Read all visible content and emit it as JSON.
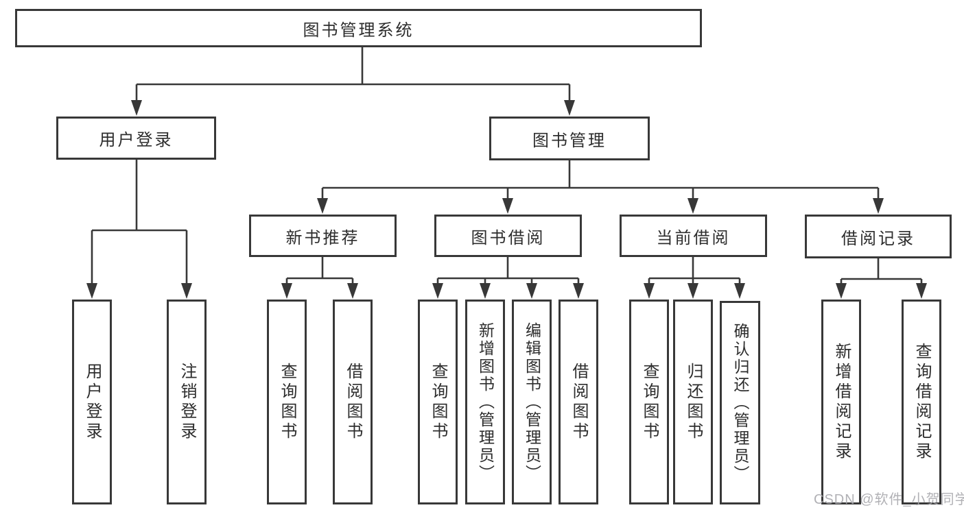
{
  "diagram": {
    "root": {
      "label": "图书管理系统"
    },
    "level2": {
      "user_login": {
        "label": "用户登录"
      },
      "book_mgmt": {
        "label": "图书管理"
      }
    },
    "level3": {
      "new_books": {
        "label": "新书推荐"
      },
      "book_borrow": {
        "label": "图书借阅"
      },
      "current_borrow": {
        "label": "当前借阅"
      },
      "borrow_records": {
        "label": "借阅记录"
      }
    },
    "leaves": {
      "user_login": [
        "用户登录",
        "注销登录"
      ],
      "new_books": [
        "查询图书",
        "借阅图书"
      ],
      "book_borrow": [
        "查询图书",
        "新增图书（管理员）",
        "编辑图书（管理员）",
        "借阅图书"
      ],
      "current_borrow": [
        "查询图书",
        "归还图书",
        "确认归还（管理员）"
      ],
      "borrow_records": [
        "新增借阅记录",
        "查询借阅记录"
      ]
    }
  },
  "watermark": {
    "text": "CSDN @软件_小贺同学"
  },
  "colors": {
    "line": "#383838",
    "box_border": "#383838",
    "box_fill": "#ffffff",
    "text": "#2d2d2d",
    "watermark": "#a9a9ae",
    "background": "#ffffff"
  }
}
